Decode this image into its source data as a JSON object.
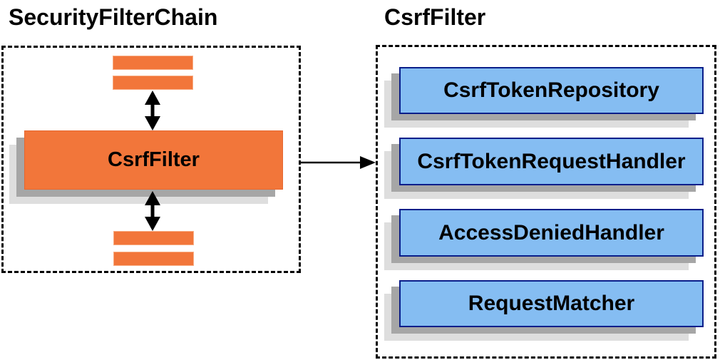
{
  "left_panel": {
    "title": "SecurityFilterChain",
    "filter_box_label": "CsrfFilter"
  },
  "right_panel": {
    "title": "CsrfFilter",
    "components": [
      "CsrfTokenRepository",
      "CsrfTokenRequestHandler",
      "AccessDeniedHandler",
      "RequestMatcher"
    ]
  },
  "colors": {
    "filter_orange": "#f2763a",
    "filter_orange_border_light": "#f8ad84",
    "filter_orange_border_dark": "#e6672f",
    "component_blue": "#85bdf2",
    "component_blue_border": "#0a1e8a",
    "shadow_dark": "#a6a6a6",
    "shadow_light": "#dedede",
    "arrow_black": "#000000",
    "background": "#ffffff"
  }
}
